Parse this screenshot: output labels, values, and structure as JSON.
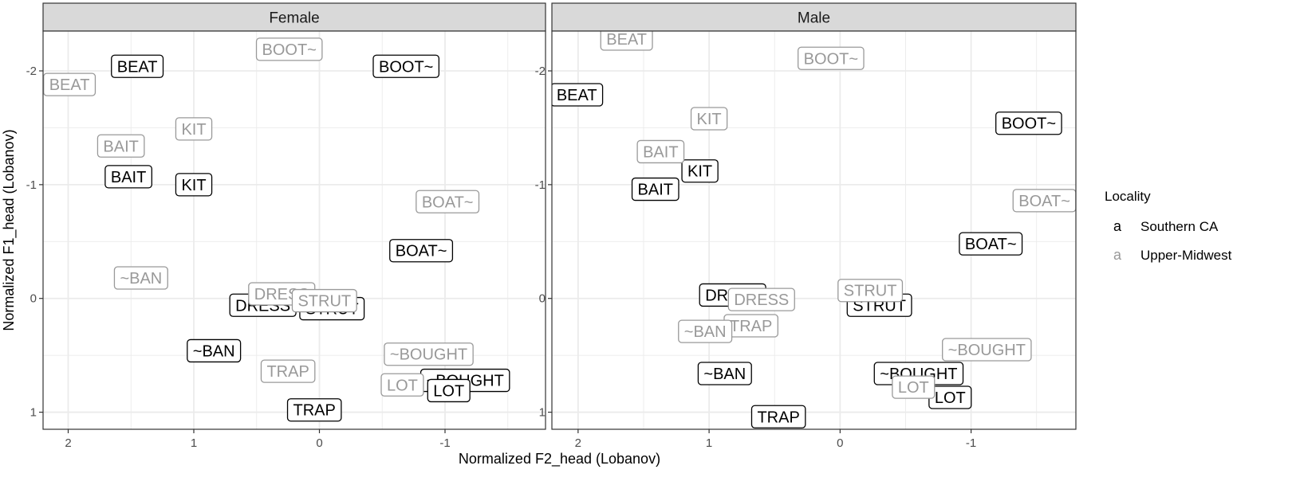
{
  "chart_data": {
    "type": "scatter",
    "title": "",
    "xlabel": "Normalized F2_head (Lobanov)",
    "ylabel": "Normalized F1_head (Lobanov)",
    "x_reversed": true,
    "y_reversed": true,
    "xlim": [
      2.2,
      -1.8
    ],
    "ylim": [
      -2.35,
      1.15
    ],
    "x_ticks": [
      2,
      1,
      0,
      -1
    ],
    "x_tick_labels": [
      "2",
      "1",
      "0",
      "-1"
    ],
    "y_ticks": [
      -2,
      -1,
      0,
      1
    ],
    "y_tick_labels": [
      "-2",
      "-1",
      "0",
      "1"
    ],
    "grid": true,
    "legend": {
      "title": "Locality",
      "placement": "right",
      "key_glyph": "a",
      "entries": [
        {
          "name": "Southern CA",
          "color": "#000000"
        },
        {
          "name": "Upper-Midwest",
          "color": "#999999"
        }
      ]
    },
    "panels": [
      {
        "name": "Female",
        "points": [
          {
            "label": "BEAT",
            "locality": "Southern CA",
            "x": 1.45,
            "y": -2.04
          },
          {
            "label": "BOOT~",
            "locality": "Southern CA",
            "x": -0.69,
            "y": -2.04
          },
          {
            "label": "BAIT",
            "locality": "Southern CA",
            "x": 1.52,
            "y": -1.07
          },
          {
            "label": "KIT",
            "locality": "Southern CA",
            "x": 1.0,
            "y": -1.0
          },
          {
            "label": "BOAT~",
            "locality": "Southern CA",
            "x": -0.81,
            "y": -0.42
          },
          {
            "label": "DRESS",
            "locality": "Southern CA",
            "x": 0.45,
            "y": 0.06
          },
          {
            "label": "STRUT",
            "locality": "Southern CA",
            "x": -0.1,
            "y": 0.09
          },
          {
            "label": "~BAN",
            "locality": "Southern CA",
            "x": 0.84,
            "y": 0.46
          },
          {
            "label": "~BOUGHT",
            "locality": "Southern CA",
            "x": -1.16,
            "y": 0.72
          },
          {
            "label": "LOT",
            "locality": "Southern CA",
            "x": -1.03,
            "y": 0.81
          },
          {
            "label": "TRAP",
            "locality": "Southern CA",
            "x": 0.04,
            "y": 0.98
          },
          {
            "label": "BEAT",
            "locality": "Upper-Midwest",
            "x": 1.99,
            "y": -1.88
          },
          {
            "label": "BOOT~",
            "locality": "Upper-Midwest",
            "x": 0.24,
            "y": -2.19
          },
          {
            "label": "BAIT",
            "locality": "Upper-Midwest",
            "x": 1.58,
            "y": -1.34
          },
          {
            "label": "KIT",
            "locality": "Upper-Midwest",
            "x": 1.0,
            "y": -1.49
          },
          {
            "label": "BOAT~",
            "locality": "Upper-Midwest",
            "x": -1.02,
            "y": -0.85
          },
          {
            "label": "~BAN",
            "locality": "Upper-Midwest",
            "x": 1.42,
            "y": -0.18
          },
          {
            "label": "DRESS",
            "locality": "Upper-Midwest",
            "x": 0.3,
            "y": -0.04
          },
          {
            "label": "STRUT",
            "locality": "Upper-Midwest",
            "x": -0.04,
            "y": 0.02
          },
          {
            "label": "TRAP",
            "locality": "Upper-Midwest",
            "x": 0.25,
            "y": 0.64
          },
          {
            "label": "~BOUGHT",
            "locality": "Upper-Midwest",
            "x": -0.87,
            "y": 0.49
          },
          {
            "label": "LOT",
            "locality": "Upper-Midwest",
            "x": -0.66,
            "y": 0.76
          }
        ]
      },
      {
        "name": "Male",
        "points": [
          {
            "label": "BEAT",
            "locality": "Southern CA",
            "x": 2.01,
            "y": -1.79
          },
          {
            "label": "BOOT~",
            "locality": "Southern CA",
            "x": -1.44,
            "y": -1.54
          },
          {
            "label": "KIT",
            "locality": "Southern CA",
            "x": 1.07,
            "y": -1.12
          },
          {
            "label": "BAIT",
            "locality": "Southern CA",
            "x": 1.41,
            "y": -0.96
          },
          {
            "label": "BOAT~",
            "locality": "Southern CA",
            "x": -1.15,
            "y": -0.48
          },
          {
            "label": "DRESS",
            "locality": "Southern CA",
            "x": 0.82,
            "y": -0.03
          },
          {
            "label": "STRUT",
            "locality": "Southern CA",
            "x": -0.3,
            "y": 0.06
          },
          {
            "label": "~BAN",
            "locality": "Southern CA",
            "x": 0.88,
            "y": 0.66
          },
          {
            "label": "~BOUGHT",
            "locality": "Southern CA",
            "x": -0.6,
            "y": 0.66
          },
          {
            "label": "LOT",
            "locality": "Southern CA",
            "x": -0.84,
            "y": 0.87
          },
          {
            "label": "TRAP",
            "locality": "Southern CA",
            "x": 0.47,
            "y": 1.04
          },
          {
            "label": "BEAT",
            "locality": "Upper-Midwest",
            "x": 1.63,
            "y": -2.28
          },
          {
            "label": "BOOT~",
            "locality": "Upper-Midwest",
            "x": 0.07,
            "y": -2.11
          },
          {
            "label": "KIT",
            "locality": "Upper-Midwest",
            "x": 1.0,
            "y": -1.58
          },
          {
            "label": "BAIT",
            "locality": "Upper-Midwest",
            "x": 1.37,
            "y": -1.29
          },
          {
            "label": "BOAT~",
            "locality": "Upper-Midwest",
            "x": -1.56,
            "y": -0.86
          },
          {
            "label": "STRUT",
            "locality": "Upper-Midwest",
            "x": -0.23,
            "y": -0.07
          },
          {
            "label": "DRESS",
            "locality": "Upper-Midwest",
            "x": 0.6,
            "y": 0.01
          },
          {
            "label": "TRAP",
            "locality": "Upper-Midwest",
            "x": 0.68,
            "y": 0.24
          },
          {
            "label": "~BAN",
            "locality": "Upper-Midwest",
            "x": 1.03,
            "y": 0.29
          },
          {
            "label": "~BOUGHT",
            "locality": "Upper-Midwest",
            "x": -1.12,
            "y": 0.45
          },
          {
            "label": "LOT",
            "locality": "Upper-Midwest",
            "x": -0.56,
            "y": 0.78
          }
        ]
      }
    ]
  }
}
